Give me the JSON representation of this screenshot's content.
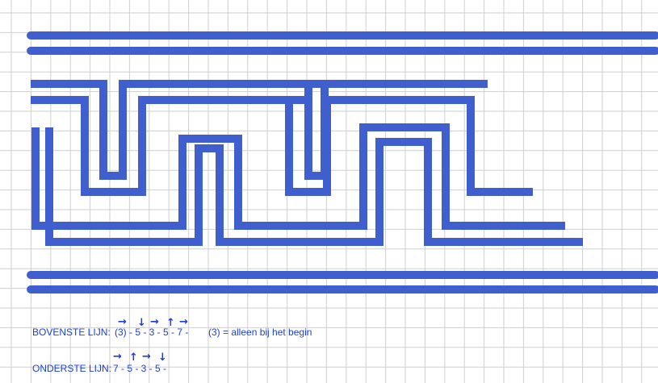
{
  "colors": {
    "background": "#ffffff",
    "grid_line": "#cfcfcf",
    "pattern": "#3f5fcf",
    "text": "#1a3fd6"
  },
  "captions": {
    "top": {
      "label": "BOVENSTE LIJN:",
      "sequence": "(3) - 5 - 3 - 5 - 7 -",
      "note": "(3)  = alleen bij het begin",
      "arrows": [
        "→",
        "↓",
        "→",
        "↑",
        "→"
      ]
    },
    "bottom": {
      "label": "ONDERSTE LIJN:",
      "sequence": "7 - 5 - 3 - 5 -",
      "arrows": [
        "→",
        "↑",
        "→",
        "↓"
      ]
    }
  }
}
